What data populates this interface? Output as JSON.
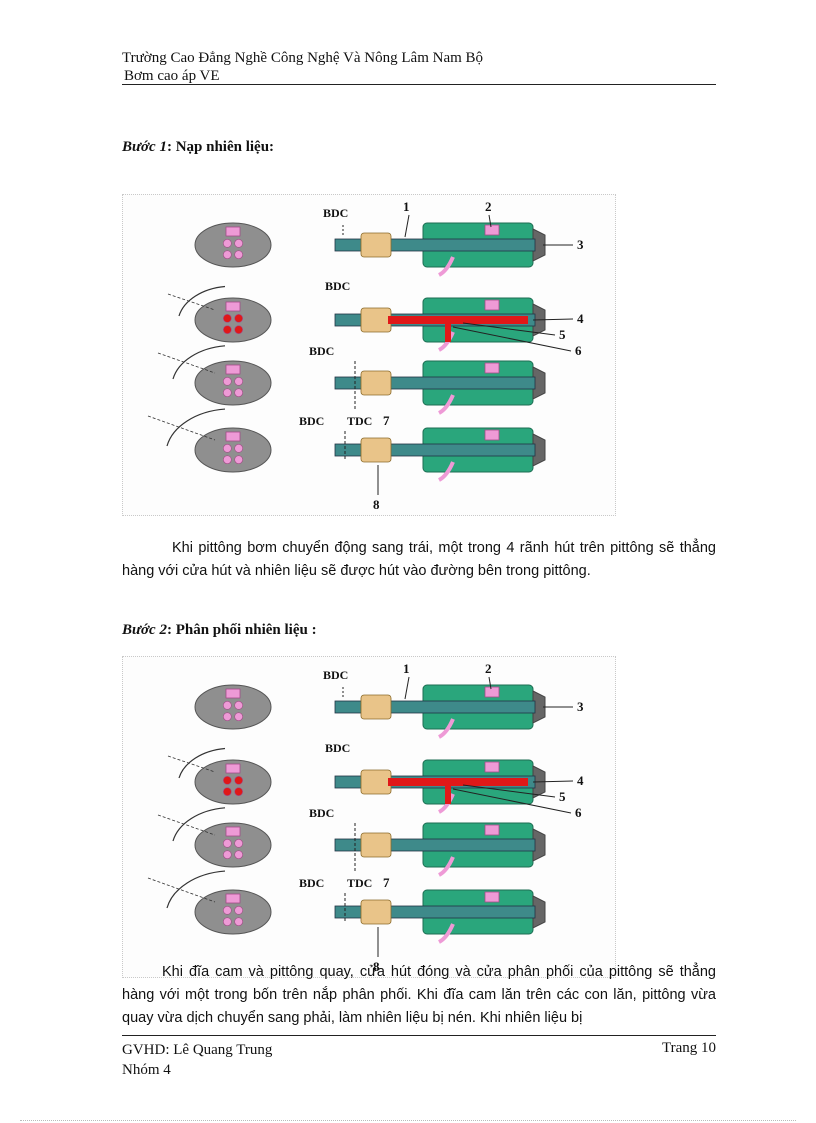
{
  "header": {
    "school": "Trường Cao Đẳng Nghề Công Nghệ Và Nông Lâm Nam Bộ",
    "subject": "Bơm cao áp VE"
  },
  "step1": {
    "label": "Bước 1",
    "title": ": Nạp nhiên liệu:",
    "paragraph": "Khi pittông bơm chuyển động sang trái, một trong 4 rãnh hút trên pittông sẽ thẳng hàng với cửa hút và nhiên liệu sẽ được hút vào đường bên trong pittông."
  },
  "step2": {
    "label": "Bước 2",
    "title": ": Phân phối nhiên liệu :",
    "paragraph": "Khi đĩa cam và pittông quay, cửa hút đóng và cửa phân phối của pittông sẽ thẳng hàng với một trong bốn trên nắp phân phối. Khi đĩa cam lăn trên các con lăn, pittông vừa quay vừa dịch chuyển sang phải, làm nhiên liệu bị nén. Khi nhiên liệu bị"
  },
  "figure_labels": {
    "bdc": "BDC",
    "tdc": "TDC",
    "n1": "1",
    "n2": "2",
    "n3": "3",
    "n4": "4",
    "n5": "5",
    "n6": "6",
    "n7": "7",
    "n8": "8"
  },
  "footer": {
    "instructor": "GVHD: Lê Quang Trung",
    "group": "Nhóm 4",
    "page": "Trang 10"
  },
  "colors": {
    "housing": "#2aa67c",
    "plunger": "#3e8a8a",
    "cam": "#e9c489",
    "disc": "#8f8f8f",
    "port": "#ee9ad6",
    "fuel": "#e01818",
    "frame": "#666666"
  }
}
